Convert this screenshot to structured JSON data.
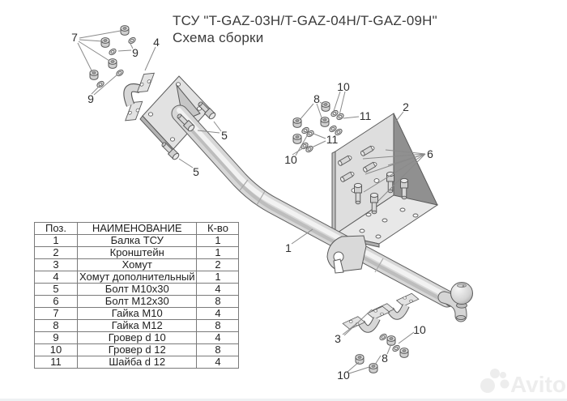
{
  "title": {
    "line1": "ТСУ \"T-GAZ-03H/T-GAZ-04H/T-GAZ-09H\"",
    "line2": "Схема сборки"
  },
  "table": {
    "headers": [
      "Поз.",
      "НАИМЕНОВАНИЕ",
      "К-во"
    ],
    "rows": [
      [
        "1",
        "Балка ТСУ",
        "1"
      ],
      [
        "2",
        "Кронштейн",
        "1"
      ],
      [
        "3",
        "Хомут",
        "2"
      ],
      [
        "4",
        "Хомут дополнительный",
        "1"
      ],
      [
        "5",
        "Болт М10х30",
        "4"
      ],
      [
        "6",
        "Болт М12х30",
        "8"
      ],
      [
        "7",
        "Гайка М10",
        "4"
      ],
      [
        "8",
        "Гайка М12",
        "8"
      ],
      [
        "9",
        "Гровер d 10",
        "4"
      ],
      [
        "10",
        "Гровер d 12",
        "8"
      ],
      [
        "11",
        "Шайба d 12",
        "4"
      ]
    ]
  },
  "callouts": [
    "7",
    "9",
    "9",
    "4",
    "5",
    "5",
    "1",
    "10",
    "8",
    "11",
    "11",
    "10",
    "2",
    "6",
    "3",
    "10",
    "8",
    "10"
  ],
  "watermark": {
    "text": "Avito"
  },
  "colors": {
    "outline": "#5a5a5a",
    "part_light": "#e3e3e3",
    "part_mid": "#d6d6d6",
    "part_dark": "#959595",
    "callout_text": "#2e2e2e",
    "table_border": "#7a7a7a",
    "watermark": "#ededed"
  }
}
